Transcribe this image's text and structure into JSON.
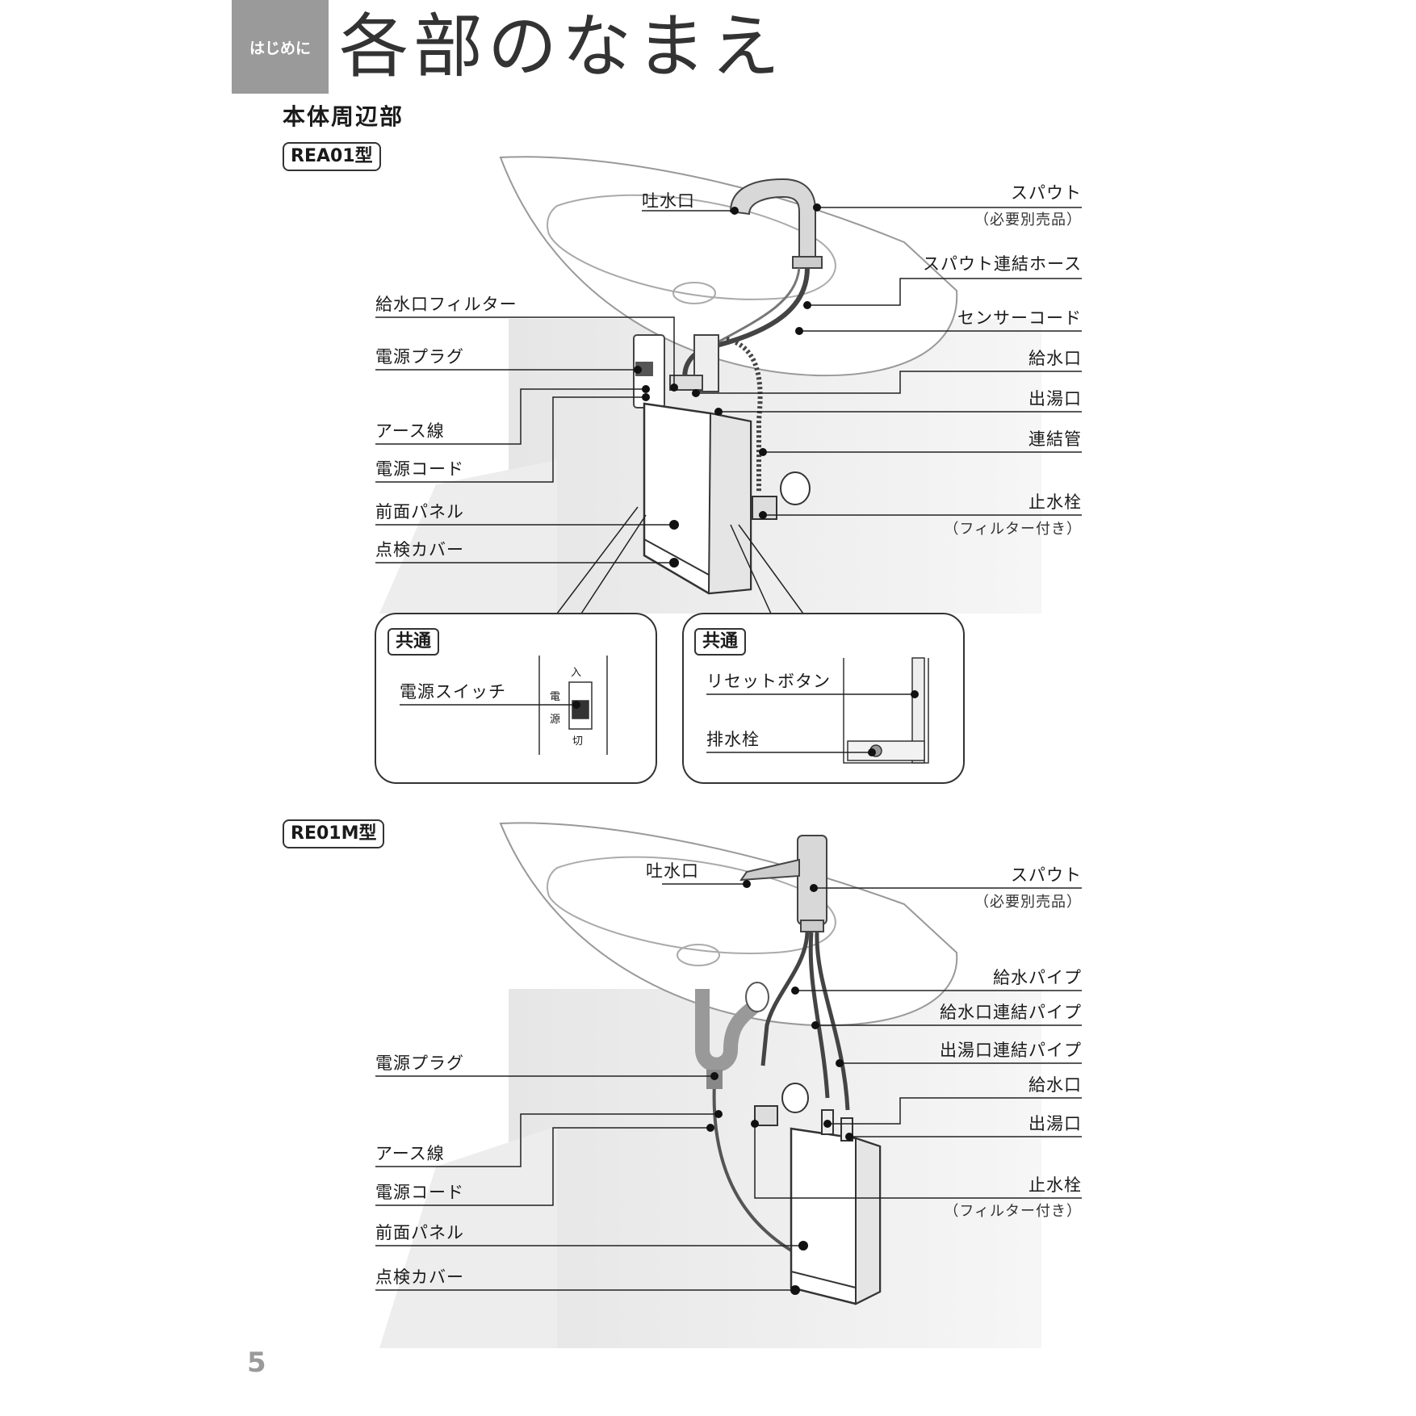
{
  "header": {
    "section_tag": "はじめに",
    "title": "各部のなまえ"
  },
  "subsection_title": "本体周辺部",
  "model_a": {
    "name": "REA01型",
    "labels_left": [
      "給水口フィルター",
      "電源プラグ",
      "アース線",
      "電源コード",
      "前面パネル",
      "点検カバー"
    ],
    "spout_outlet": "吐水口",
    "labels_right": [
      {
        "text": "スパウト",
        "note": "（必要別売品）"
      },
      {
        "text": "スパウト連結ホース",
        "note": ""
      },
      {
        "text": "センサーコード",
        "note": ""
      },
      {
        "text": "給水口",
        "note": ""
      },
      {
        "text": "出湯口",
        "note": ""
      },
      {
        "text": "連結管",
        "note": ""
      },
      {
        "text": "止水栓",
        "note": "（フィルター付き）"
      }
    ],
    "inset_left": {
      "title": "共通",
      "label": "電源スイッチ",
      "switch_marks": [
        "入",
        "電",
        "源",
        "切"
      ]
    },
    "inset_right": {
      "title": "共通",
      "labels": [
        "リセットボタン",
        "排水栓"
      ]
    }
  },
  "model_b": {
    "name": "RE01M型",
    "labels_left": [
      "電源プラグ",
      "アース線",
      "電源コード",
      "前面パネル",
      "点検カバー"
    ],
    "spout_outlet": "吐水口",
    "labels_right": [
      {
        "text": "スパウト",
        "note": "（必要別売品）"
      },
      {
        "text": "給水パイプ",
        "note": ""
      },
      {
        "text": "給水口連結パイプ",
        "note": ""
      },
      {
        "text": "出湯口連結パイプ",
        "note": ""
      },
      {
        "text": "給水口",
        "note": ""
      },
      {
        "text": "出湯口",
        "note": ""
      },
      {
        "text": "止水栓",
        "note": "（フィルター付き）"
      }
    ]
  },
  "page_number": "5"
}
